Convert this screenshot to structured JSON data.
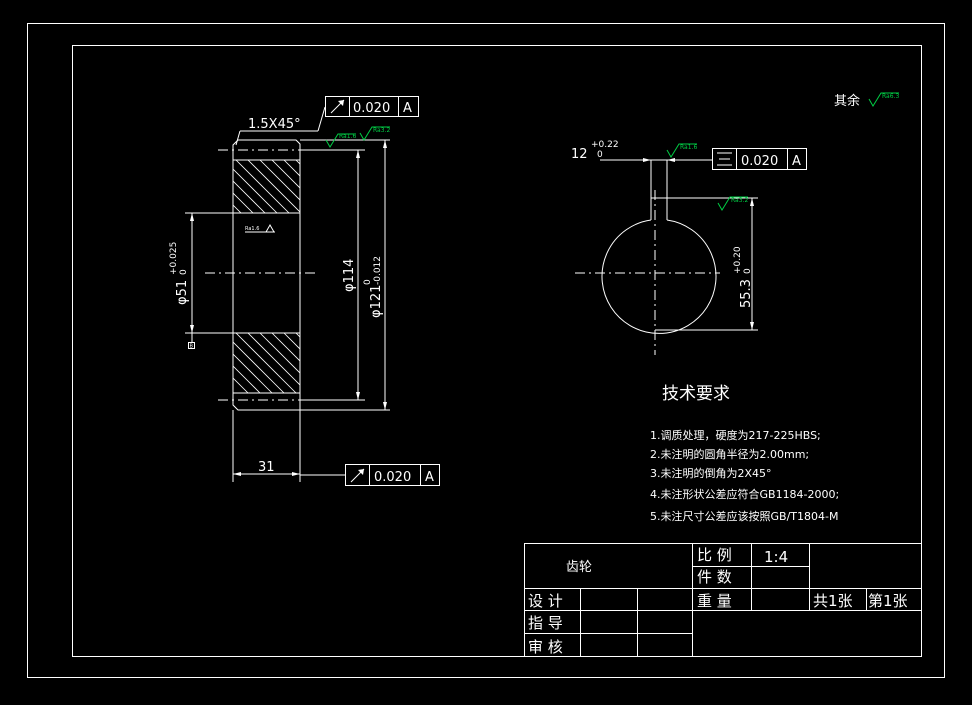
{
  "dimensions": {
    "chamfer": "1.5X45°",
    "length": "31",
    "bore_dia": "φ51",
    "bore_tol_upper": "+0.025",
    "bore_tol_lower": "0",
    "inner_dia": "φ114",
    "outer_dia": "φ121",
    "outer_tol_upper": "0",
    "outer_tol_lower": "-0.012",
    "keyway_width": "12",
    "keyway_tol_upper": "+0.22",
    "keyway_tol_lower": "0",
    "keyway_depth": "55.3",
    "keyway_depth_tol_upper": "+0.20",
    "keyway_depth_tol_lower": "0",
    "datum_label": "B"
  },
  "tolerance_frames": [
    {
      "symbol": "runout",
      "value": "0.020",
      "datum": "A"
    },
    {
      "symbol": "runout",
      "value": "0.020",
      "datum": "A"
    },
    {
      "symbol": "symmetry",
      "value": "0.020",
      "datum": "A"
    }
  ],
  "roughness": {
    "rest_label": "其余",
    "rest_value": "Ra6.3",
    "values": [
      "Ra1.6",
      "Ra3.2",
      "Ra1.6",
      "Ra3.2",
      "Ra6.3",
      "Ra1.6"
    ]
  },
  "notes": {
    "title": "技术要求",
    "items": [
      "1.调质处理，硬度为217-225HBS;",
      "2.未注明的圆角半径为2.00mm;",
      "3.未注明的倒角为2X45°",
      "4.未注形状公差应符合GB1184-2000;",
      "5.未注尺寸公差应该按照GB/T1804-M"
    ]
  },
  "title_block": {
    "part_name": "齿轮",
    "scale_label": "比 例",
    "scale_value": "1:4",
    "qty_label": "件 数",
    "weight_label": "重 量",
    "sheets_total": "共1张",
    "sheet_no": "第1张",
    "design_label": "设 计",
    "guide_label": "指 导",
    "review_label": "审 核"
  }
}
